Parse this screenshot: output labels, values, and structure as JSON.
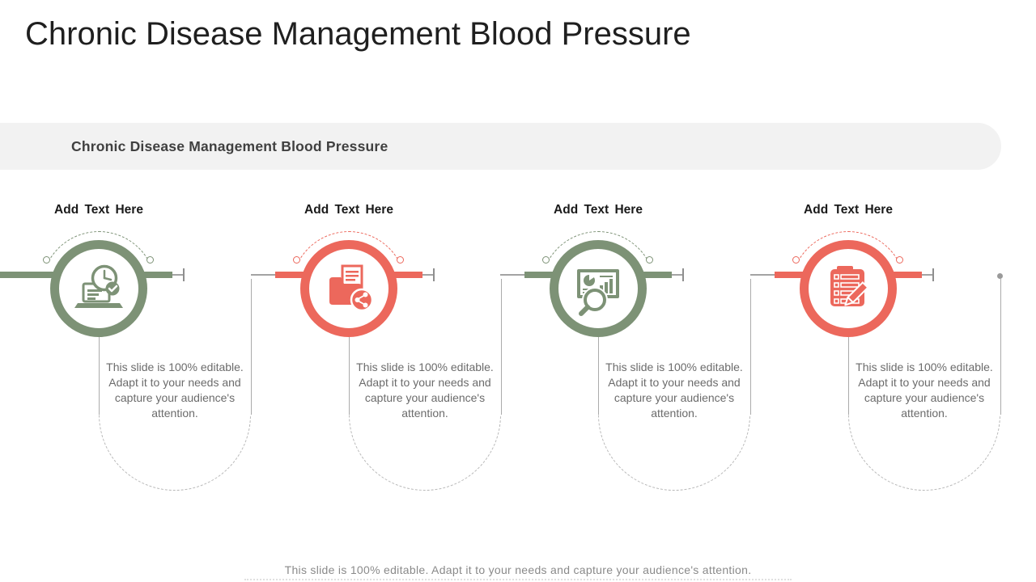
{
  "title": "Chronic Disease Management Blood Pressure",
  "banner": {
    "label": "Chronic Disease Management Blood Pressure"
  },
  "columns": [
    {
      "heading": "Add Text Here",
      "theme": "green",
      "icon": "laptop-clock",
      "body": "This slide is 100% editable. Adapt it to your needs and capture your audience's attention."
    },
    {
      "heading": "Add Text Here",
      "theme": "red",
      "icon": "folder-share",
      "body": "This slide is 100% editable. Adapt it to your needs and capture your audience's attention."
    },
    {
      "heading": "Add Text Here",
      "theme": "green",
      "icon": "analytics-search",
      "body": "This slide is 100% editable. Adapt it to your needs and capture your audience's attention."
    },
    {
      "heading": "Add Text Here",
      "theme": "red",
      "icon": "checklist-pencil",
      "body": "This slide is 100% editable. Adapt it to your needs and capture your audience's attention."
    }
  ],
  "footer": {
    "text": "This slide is 100% editable. Adapt it to your needs and capture your audience's attention."
  },
  "colors": {
    "green": "#7d9276",
    "red": "#ec685c",
    "banner-bg": "#f2f2f2",
    "title-text": "#1f1f1f",
    "body-text": "#6b6b6b",
    "footer-text": "#8a8a8a"
  }
}
